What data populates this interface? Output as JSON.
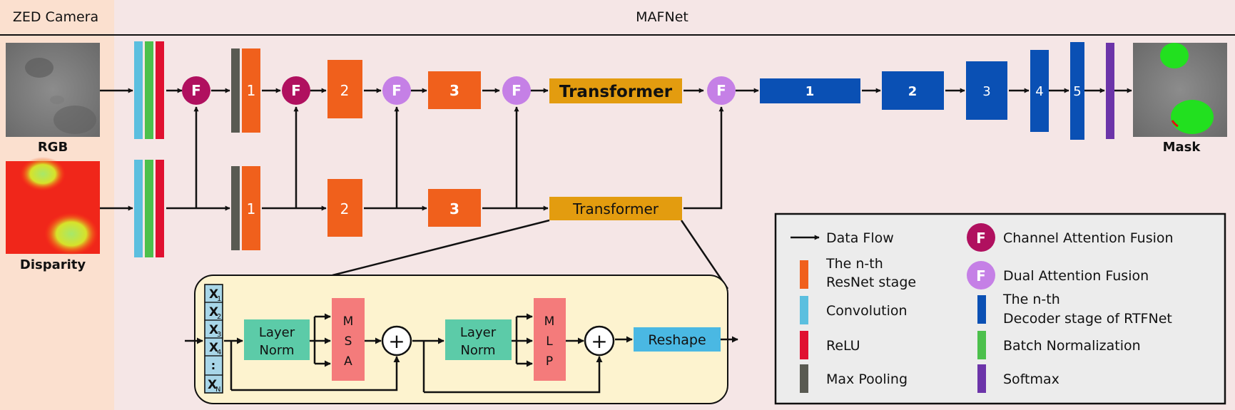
{
  "header": {
    "left_title": "ZED Camera",
    "main_title": "MAFNet"
  },
  "inputs": {
    "rgb_label": "RGB",
    "disparity_label": "Disparity",
    "mask_label": "Mask"
  },
  "encoder": {
    "fusion_letter": "F",
    "stage_1": "1",
    "stage_2": "2",
    "stage_3": "3",
    "transformer_top": "Transformer",
    "transformer_bottom": "Transformer"
  },
  "decoder": {
    "stages": [
      "1",
      "2",
      "3",
      "4",
      "5"
    ]
  },
  "transformer_detail": {
    "tokens": [
      "X1",
      "X2",
      "X3",
      "X4",
      ":",
      "XN"
    ],
    "token_letter": "X",
    "token_subscripts": [
      "1",
      "2",
      "3",
      "4",
      "",
      "N"
    ],
    "layer_norm_line1": "Layer",
    "layer_norm_line2": "Norm",
    "msa_letters": [
      "M",
      "S",
      "A"
    ],
    "mlp_letters": [
      "M",
      "L",
      "P"
    ],
    "plus": "+",
    "reshape": "Reshape"
  },
  "legend": {
    "data_flow": "Data Flow",
    "resnet_stage_line1": "The n-th",
    "resnet_stage_line2": "ResNet stage",
    "convolution": "Convolution",
    "relu": "ReLU",
    "max_pooling": "Max Pooling",
    "channel_attention_fusion": "Channel Attention Fusion",
    "dual_attention_fusion": "Dual Attention Fusion",
    "decoder_stage_line1": "The n-th",
    "decoder_stage_line2": "Decoder stage of RTFNet",
    "batch_normalization": "Batch Normalization",
    "softmax": "Softmax"
  },
  "colors": {
    "camera_panel": "#fbe0cf",
    "main_panel": "#f5e6e6",
    "convolution": "#5bbfdf",
    "batch_norm": "#4cc04c",
    "relu": "#e01030",
    "max_pool": "#595a52",
    "resnet": "#f0601c",
    "transformer": "#e39c0f",
    "channel_fusion": "#b0105f",
    "dual_fusion": "#c580e6",
    "decoder": "#0a50b4",
    "softmax": "#6c34a9",
    "detail_bg": "#fdf3cf",
    "layer_norm": "#5ccba8",
    "msa_mlp": "#f47b7b",
    "reshape": "#4ab8e3",
    "token": "#a8d6e8"
  }
}
